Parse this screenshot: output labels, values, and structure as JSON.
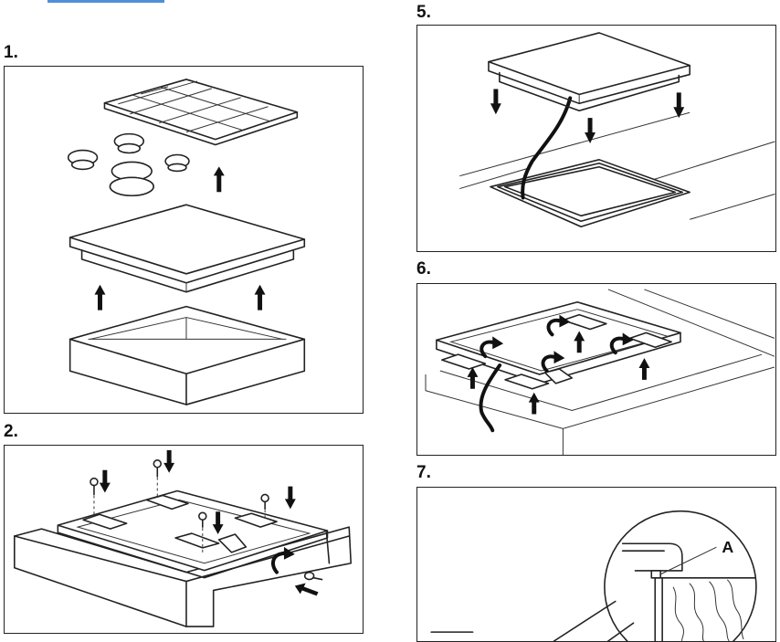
{
  "steps": [
    {
      "label": "1."
    },
    {
      "label": "2."
    },
    {
      "label": "5."
    },
    {
      "label": "6."
    },
    {
      "label": "7."
    }
  ],
  "callouts": {
    "step7_part": "A"
  },
  "colors": {
    "line": "#222222",
    "accent_bar": "#4f8fd9",
    "background": "#ffffff"
  },
  "icons": [
    "arrow-up-icon",
    "arrow-down-icon",
    "rotate-arrow-icon",
    "screw-icon"
  ]
}
